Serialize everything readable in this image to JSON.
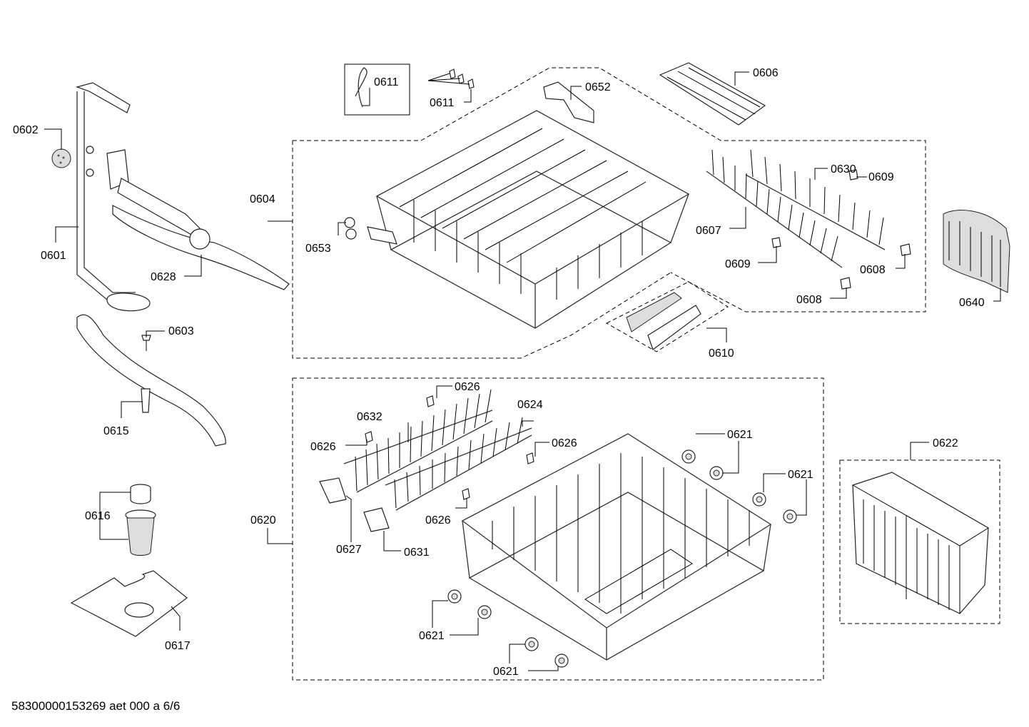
{
  "labels": {
    "p0602": "0602",
    "p0601": "0601",
    "p0628": "0628",
    "p0603": "0603",
    "p0615": "0615",
    "p0616": "0616",
    "p0617": "0617",
    "p0611a": "0611",
    "p0611b": "0611",
    "p0652": "0652",
    "p0606": "0606",
    "p0604": "0604",
    "p0653": "0653",
    "p0630": "0630",
    "p0609a": "0609",
    "p0607": "0607",
    "p0609b": "0609",
    "p0608a": "0608",
    "p0608b": "0608",
    "p0640": "0640",
    "p0610": "0610",
    "p0626a": "0626",
    "p0624": "0624",
    "p0632": "0632",
    "p0626b": "0626",
    "p0626c": "0626",
    "p0626d": "0626",
    "p0621a": "0621",
    "p0621b": "0621",
    "p0621c": "0621",
    "p0621d": "0621",
    "p0622": "0622",
    "p0620": "0620",
    "p0627": "0627",
    "p0631": "0631"
  },
  "footer": "58300000153269 aet 000 a 6/6"
}
